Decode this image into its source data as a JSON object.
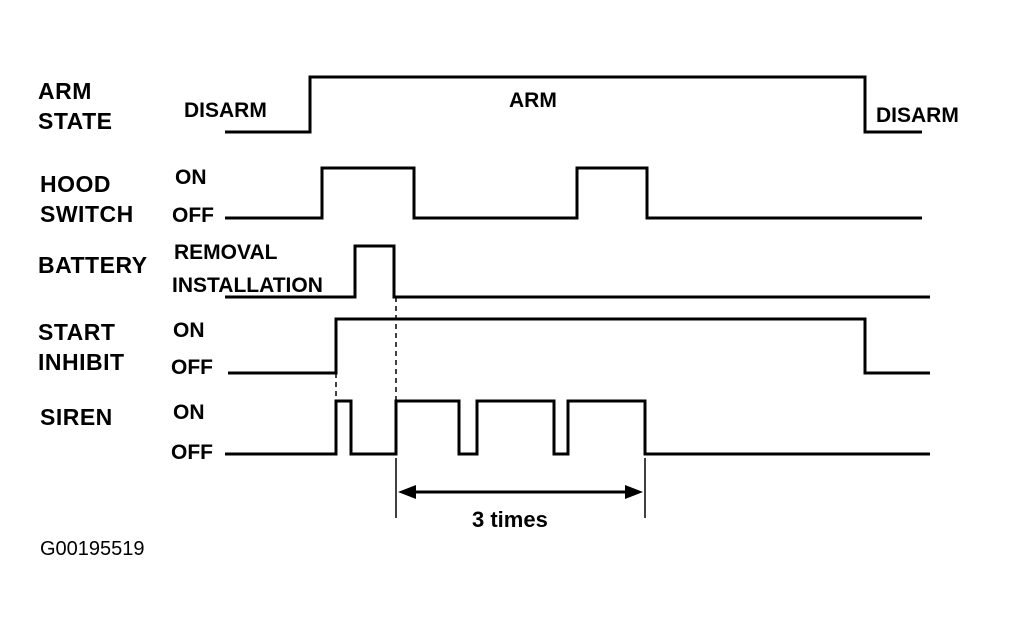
{
  "signals": {
    "arm_state": {
      "name_line1": "ARM",
      "name_line2": "STATE",
      "low_left": "DISARM",
      "high": "ARM",
      "low_right": "DISARM"
    },
    "hood_switch": {
      "name_line1": "HOOD",
      "name_line2": "SWITCH",
      "on": "ON",
      "off": "OFF"
    },
    "battery": {
      "name": "BATTERY",
      "removal": "REMOVAL",
      "installation": "INSTALLATION"
    },
    "start_inhibit": {
      "name_line1": "START",
      "name_line2": "INHIBIT",
      "on": "ON",
      "off": "OFF"
    },
    "siren": {
      "name": "SIREN",
      "on": "ON",
      "off": "OFF"
    }
  },
  "annotation": {
    "repeat_label": "3 times"
  },
  "figure_code": "G00195519"
}
